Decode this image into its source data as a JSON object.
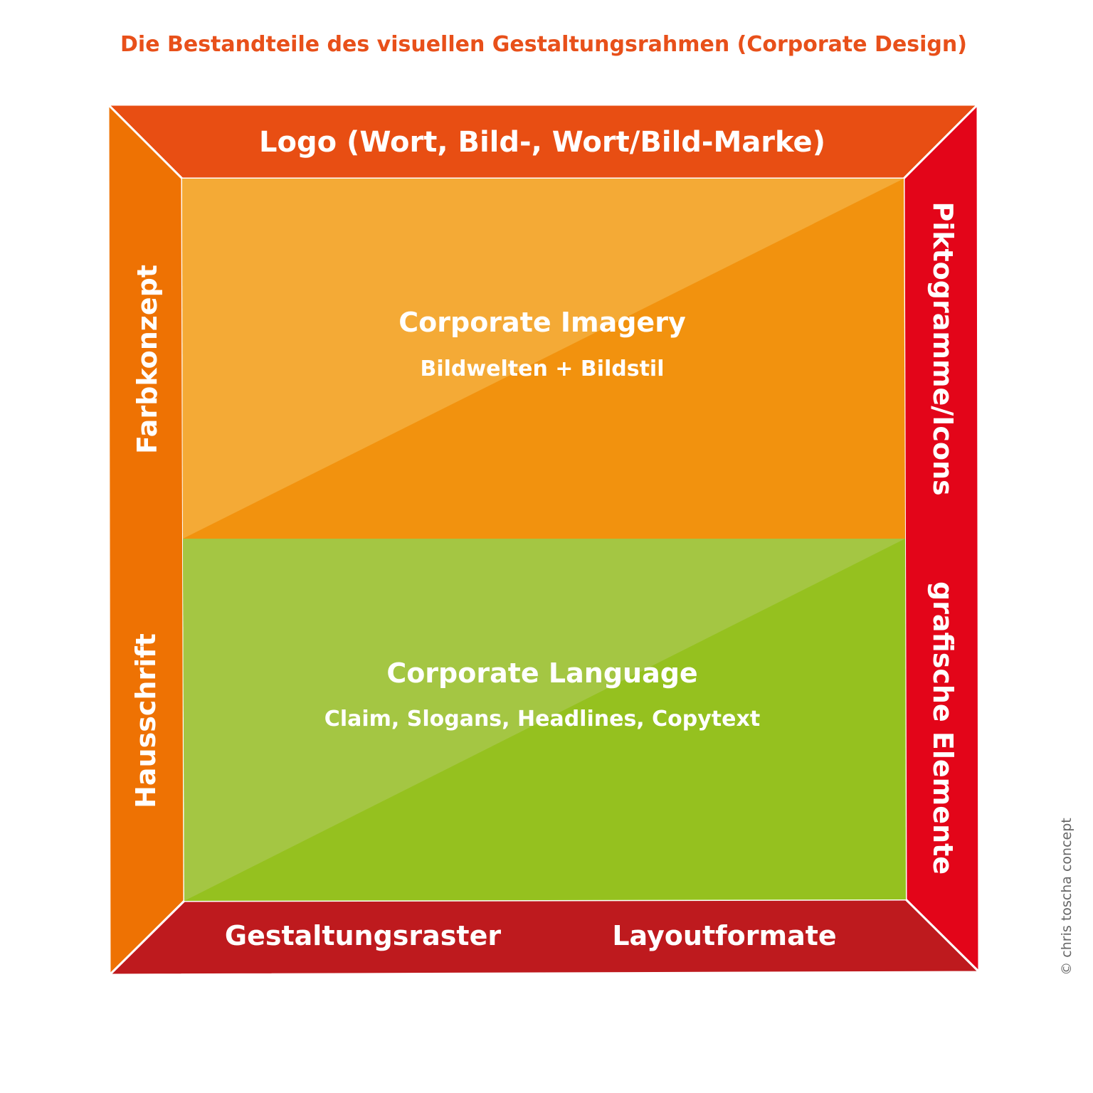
{
  "title": "Die Bestandteile des visuellen Gestaltungsrahmen (Corporate Design)",
  "frame": {
    "top": "Logo (Wort, Bild-, Wort/Bild-Marke)",
    "left_upper": "Farbkonzept",
    "left_lower": "Hausschrift",
    "right_upper": "Piktogramme/Icons",
    "right_lower": "grafische Elemente",
    "bottom_left": "Gestaltungsraster",
    "bottom_right": "Layoutformate"
  },
  "center": {
    "imagery_title": "Corporate Imagery",
    "imagery_sub": "Bildwelten + Bildstil",
    "language_title": "Corporate Language",
    "language_sub": "Claim, Slogans, Headlines, Copytext"
  },
  "copyright": "© chris toscha concept",
  "colors": {
    "title": "#E8501A",
    "top": "#E84E13",
    "left": "#EE7203",
    "right": "#E30519",
    "bottom": "#BE1A1E",
    "orange_light": "#F4AA36",
    "orange_dark": "#F2920E",
    "green_light": "#A4C643",
    "green_dark": "#95C11F"
  }
}
